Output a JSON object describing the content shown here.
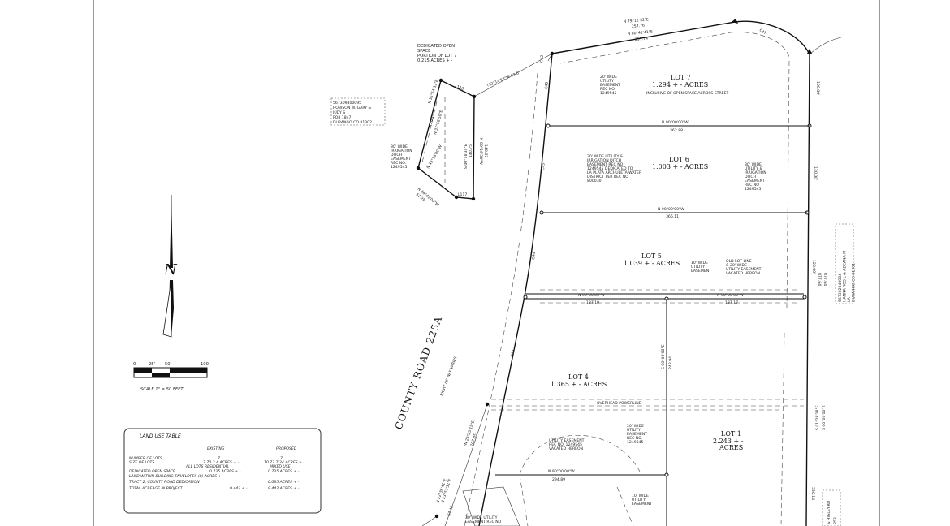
{
  "north_letter": "N",
  "scale": {
    "ticks": [
      "0",
      "25'",
      "50'",
      "100'"
    ],
    "caption": "SCALE 1\" = 50 FEET"
  },
  "land_use_table": {
    "title": "LAND USE TABLE",
    "col_existing": "EXISTING",
    "col_proposed": "PROPOSED",
    "rows": [
      {
        "label": "NUMBER OF LOTS",
        "existing": "7",
        "proposed": "7"
      },
      {
        "label": "SIZE OF LOTS",
        "existing": "7.70 3.4 ACRES + -",
        "proposed": "10 72 7.24 ACRES + -"
      },
      {
        "label": "",
        "existing": "ALL LOTS RESIDENTIAL",
        "proposed": "MIXED USE"
      },
      {
        "label": "DEDICATED OPEN SPACE",
        "existing": "0.735 ACRES + -",
        "proposed": "0.735 ACRES + -"
      },
      {
        "label": "LAND WITHIN BUILDING ENVELOPES (8) ACRES + -",
        "existing": "",
        "proposed": ""
      },
      {
        "label": "TRACT 2, COUNTY ROAD DEDICATION",
        "existing": "",
        "proposed": "0.085 ACRES + -"
      },
      {
        "label": "TOTAL ACREAGE IN PROJECT",
        "existing": "9.442 + -",
        "proposed": "9.442 ACRES + -"
      }
    ]
  },
  "open_space_label": [
    "DEDICATED OPEN",
    "SPACE",
    "PORTION OF LOT 7",
    "0.215 ACRES + -"
  ],
  "owner_left": [
    "567309400095",
    "ROBISON W. GARY &",
    "JUDY S",
    "PO8 1847",
    "DURANGO CO 81302"
  ],
  "owner_right": [
    "567302040004",
    "HANNA ROS L & ADEANA M",
    "LA",
    "DURANGO CO 81301"
  ],
  "owner_bottom": [
    "& HIGLEY-KO",
    "353"
  ],
  "road": {
    "name": "COUNTY ROAD 225A",
    "row": "RIGHT OF WAY VARIES"
  },
  "lots": [
    {
      "name": "LOT 7",
      "area": "1.294 + - ACRES",
      "note": "INCLUSIVE OF OPEN SPACE ACROSS STREET"
    },
    {
      "name": "LOT 6",
      "area": "1.003 + - ACRES"
    },
    {
      "name": "LOT 5",
      "area": "1.039 + - ACRES"
    },
    {
      "name": "LOT 4",
      "area": "1.365 + - ACRES"
    },
    {
      "name": "LOT 1",
      "area": "2.243 + -",
      "area2": "ACRES"
    }
  ],
  "bearings": {
    "top1": "N 79°12'52\"E",
    "top1d": "257.76",
    "top2": "N 80°41'41\"E",
    "top2d": "257.74",
    "lot76": "N 90°00'00\"W",
    "lot76d": "362.88",
    "lot65": "N 90°00'00\"W",
    "lot65d": "366.11",
    "lot54a": "N 90°00'00\"W",
    "lot54ad": "187.19",
    "lot54b": "N 90°00'00\"W",
    "lot54bd": "187.17",
    "lot4mid": "N 90°00'00\"W",
    "lot4midd": "294.89",
    "vert": "S 00°00'00\"E",
    "vertd": "248.94",
    "right1": "100.00'",
    "right2": "130.00'",
    "right3": "120.00'",
    "right4": "877.64",
    "right4b": "877.64",
    "right5": "S 01°28'18\"E",
    "right5b": "S 00°00'00\"E",
    "right6": "530.14",
    "os1": "T52°14'53\"W 90.0'",
    "os2": "L116",
    "os3": "L117",
    "os4": "S 00°16'34\"E",
    "os4d": "140.75",
    "os5": "N 00°16'34\"W",
    "os5d": "140.87",
    "os6": "N 35°54'32\"E",
    "os7": "N 43°16'00\"W",
    "os8": "N 48°41'00\"W",
    "os8d": "67.25",
    "os9": "N 37°58'50\"E",
    "os9d": "126.19",
    "c_top": "C47",
    "c1": "C46",
    "c2": "C45",
    "c3": "C44",
    "c4": "C43",
    "c5": "C42",
    "bl1": "N 22°36'41\"E",
    "bl1b": "N 23°52'31\"E",
    "bl1d": "67.42",
    "bl2": "(N 23°25'15\"E)",
    "bl2d": "107.85"
  },
  "easements": {
    "e7": [
      "20' WIDE",
      "UTILITY",
      "EASEMENT",
      "REC NO.",
      "1249545"
    ],
    "e6": [
      "30' WIDE UTILITY &",
      "IRRIGATION DITCH",
      "EASEMENT REC NO",
      "1249545 DEDICATED TO",
      "LA PLATA ARCHULETA WATER",
      "DISTRICT PER REC NO",
      "800030"
    ],
    "e6r": [
      "30' WIDE",
      "UTILITY &",
      "IRRIGATION",
      "DITCH",
      "EASEMENT",
      "REC NO",
      "1249545"
    ],
    "eos": [
      "30' WIDE",
      "IRRIGATION",
      "DITCH",
      "EASEMENT",
      "REC NO.",
      "1249545"
    ],
    "e5": [
      "10' WIDE",
      "UTILITY",
      "EASEMENT"
    ],
    "e5old": [
      "OLD LOT LINE",
      "& 20' WIDE",
      "UTILITY EASEMENT",
      "VACATED HEREON"
    ],
    "overhead": "OVERHEAD POWERLINE",
    "e4": [
      "20' WIDE",
      "UTILITY",
      "EASEMENT",
      "REC NO.",
      "1249545"
    ],
    "e4v": [
      "UTILITY EASEMENT",
      "REC NO. 1249545",
      "VACATED HEREON"
    ],
    "e1": [
      "10' WIDE",
      "UTILITY",
      "EASEMENT"
    ],
    "ebottom": [
      "30' WIDE UTILITY",
      "EASEMENT REC NO"
    ]
  }
}
